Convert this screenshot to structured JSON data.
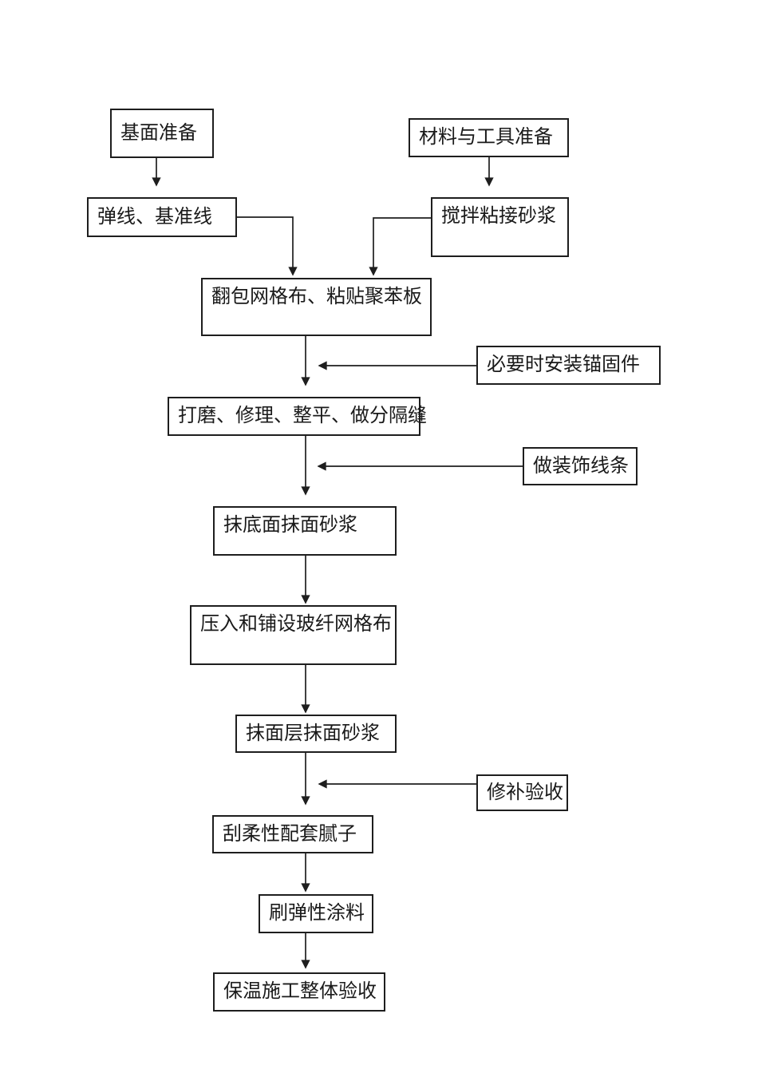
{
  "flowchart": {
    "colors": {
      "background": "#ffffff",
      "box_border": "#1e1e1e",
      "line": "#1e1e1e",
      "text": "#1a1a1a"
    },
    "nodes": [
      {
        "id": "base-prep",
        "label": "基面准备"
      },
      {
        "id": "material-tool-prep",
        "label": "材料与工具准备"
      },
      {
        "id": "snap-lines",
        "label": "弹线、基准线"
      },
      {
        "id": "mix-mortar",
        "label": "搅拌粘接砂浆"
      },
      {
        "id": "wrap-mesh-board",
        "label": "翻包网格布、粘贴聚苯板"
      },
      {
        "id": "anchor-fixings",
        "label": "必要时安装锚固件"
      },
      {
        "id": "polish-level",
        "label": "打磨、修理、整平、做分隔缝"
      },
      {
        "id": "decor-lines",
        "label": "做装饰线条"
      },
      {
        "id": "base-coat",
        "label": "抹底面抹面砂浆"
      },
      {
        "id": "press-fiber-mesh",
        "label": "压入和铺设玻纤网格布"
      },
      {
        "id": "face-coat",
        "label": "抹面层抹面砂浆"
      },
      {
        "id": "repair-accept",
        "label": "修补验收"
      },
      {
        "id": "flexible-putty",
        "label": "刮柔性配套腻子"
      },
      {
        "id": "elastic-paint",
        "label": "刷弹性涂料"
      },
      {
        "id": "final-acceptance",
        "label": "保温施工整体验收"
      }
    ],
    "edges": [
      {
        "from": "base-prep",
        "to": "snap-lines",
        "type": "main"
      },
      {
        "from": "material-tool-prep",
        "to": "mix-mortar",
        "type": "main"
      },
      {
        "from": "snap-lines",
        "to": "wrap-mesh-board",
        "type": "main"
      },
      {
        "from": "mix-mortar",
        "to": "wrap-mesh-board",
        "type": "main"
      },
      {
        "from": "wrap-mesh-board",
        "to": "polish-level",
        "type": "main"
      },
      {
        "from": "anchor-fixings",
        "to": "polish-level",
        "type": "side"
      },
      {
        "from": "polish-level",
        "to": "base-coat",
        "type": "main"
      },
      {
        "from": "decor-lines",
        "to": "base-coat",
        "type": "side"
      },
      {
        "from": "base-coat",
        "to": "press-fiber-mesh",
        "type": "main"
      },
      {
        "from": "press-fiber-mesh",
        "to": "face-coat",
        "type": "main"
      },
      {
        "from": "face-coat",
        "to": "flexible-putty",
        "type": "main"
      },
      {
        "from": "repair-accept",
        "to": "flexible-putty",
        "type": "side"
      },
      {
        "from": "flexible-putty",
        "to": "elastic-paint",
        "type": "main"
      },
      {
        "from": "elastic-paint",
        "to": "final-acceptance",
        "type": "main"
      }
    ]
  }
}
